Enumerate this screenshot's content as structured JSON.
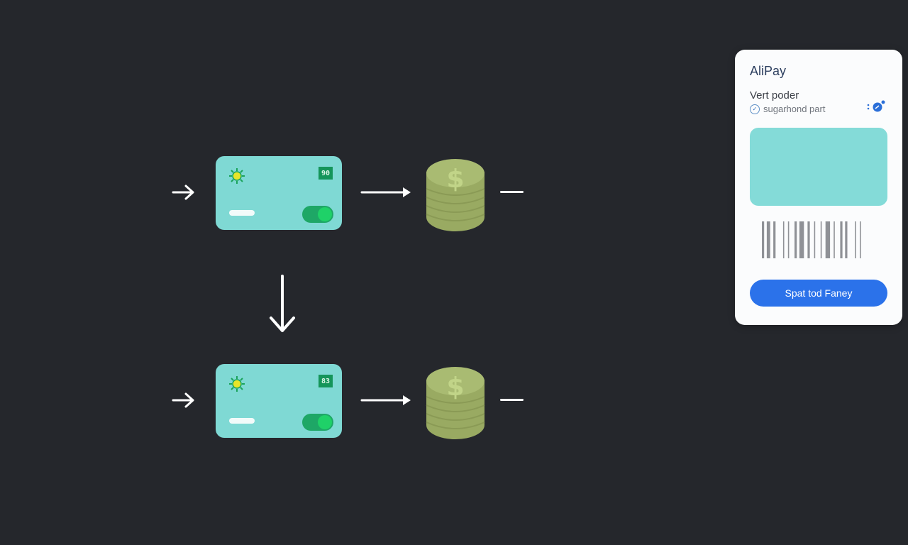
{
  "flow": {
    "rows": [
      {
        "card": {
          "badge": "90"
        }
      },
      {
        "card": {
          "badge": "83"
        }
      }
    ],
    "colors": {
      "background": "#25272c",
      "card": "#7fd9d4",
      "coin": "#a7b870",
      "toggle": "#1fd168"
    }
  },
  "payment_panel": {
    "title": "AliPay",
    "vendor": "Vert poder",
    "subtitle": "sugarhond part",
    "pay_button_label": "Spat tod Faney",
    "icons": [
      "check-circle-icon",
      "share-icon",
      "barcode-icon"
    ],
    "accent": "#2b72ea"
  }
}
